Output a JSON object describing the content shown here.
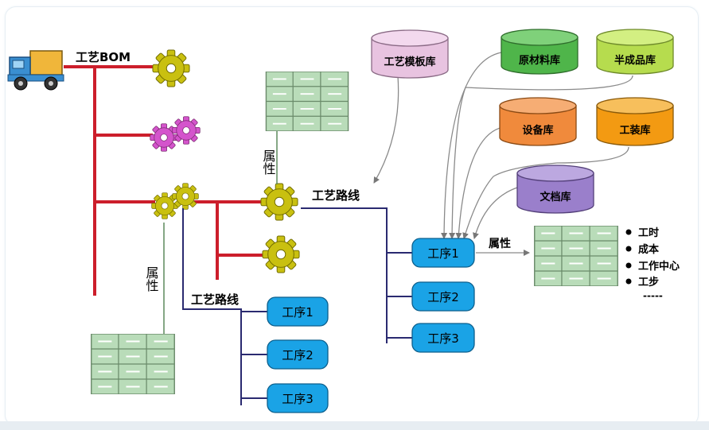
{
  "bom_label": "工艺BOM",
  "attr_label_1": "属性",
  "attr_label_2": "属性",
  "attr_label_3": "属性",
  "route_label_1": "工艺路线",
  "route_label_2": "工艺路线",
  "left_processes": [
    "工序1",
    "工序2",
    "工序3"
  ],
  "right_processes": [
    "工序1",
    "工序2",
    "工序3"
  ],
  "databases": {
    "template": "工艺模板库",
    "raw_material": "原材料库",
    "semi_finished": "半成品库",
    "equipment": "设备库",
    "tooling": "工装库",
    "document": "文档库"
  },
  "attributes": [
    "工时",
    "成本",
    "工作中心",
    "工步"
  ],
  "attributes_more": "-----",
  "colors": {
    "tree_line": "#cc1e2b",
    "route_line": "#2a2a70",
    "process_fill": "#1aa3e6",
    "template_db": "#e8c3e0",
    "raw_db": "#4fb54a",
    "semi_db": "#b6dc4e",
    "equip_db": "#f08a3c",
    "tool_db": "#f39a12",
    "doc_db": "#9a7fcb",
    "table_fill": "#b9dcb9",
    "gear_yellow": "#c9c010",
    "gear_pink": "#d454cc"
  }
}
